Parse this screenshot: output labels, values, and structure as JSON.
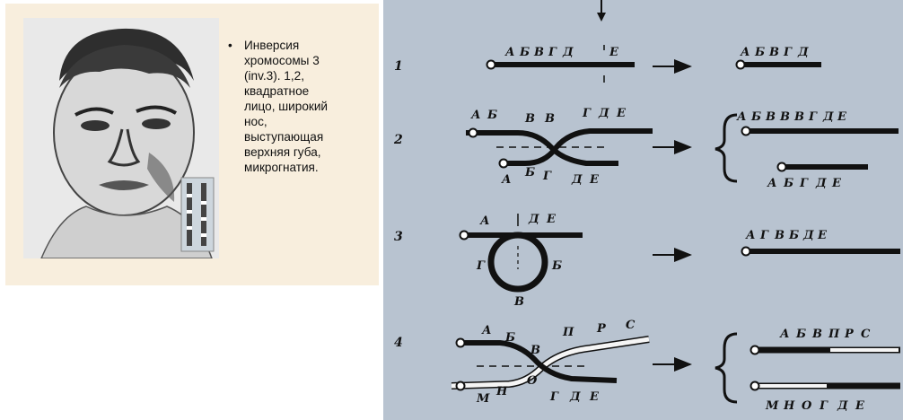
{
  "slide": {
    "bullet_text": "Инверсия\nхромосомы 3\n(inv.3). 1,2,\nквадратное\nлицо, широкий\nнос,\nвыступающая\nверхняя губа,\nмикрогнатия."
  },
  "diagram": {
    "rows": [
      {
        "number": "1",
        "top_left_labels": [
          "А",
          "Б",
          "В",
          "Г",
          "Д",
          "Е"
        ],
        "result_labels": [
          "А",
          "Б",
          "В",
          "Г",
          "Д"
        ]
      },
      {
        "number": "2",
        "upper_labels": [
          "А",
          "Б",
          "В",
          "В",
          "Г",
          "Д",
          "Е"
        ],
        "lower_labels": [
          "А",
          "Б",
          "Г",
          "Д",
          "Е"
        ],
        "result_top": [
          "А",
          "Б",
          "В",
          "В",
          "В",
          "Г",
          "Д",
          "Е"
        ],
        "result_bottom": [
          "А",
          "Б",
          "Г",
          "Д",
          "Е"
        ]
      },
      {
        "number": "3",
        "labels_top": [
          "А",
          "Д",
          "Е"
        ],
        "labels_loop": [
          "Г",
          "Б",
          "В"
        ],
        "result_labels": [
          "А",
          "Г",
          "В",
          "Б",
          "Д",
          "Е"
        ]
      },
      {
        "number": "4",
        "labels_top": [
          "А",
          "Б",
          "В",
          "П",
          "Р",
          "С"
        ],
        "labels_bottom": [
          "М",
          "Н",
          "О",
          "Г",
          "Д",
          "Е"
        ],
        "result_top": [
          "А",
          "Б",
          "В",
          "П",
          "Р",
          "С"
        ],
        "result_bottom": [
          "М",
          "Н",
          "О",
          "Г",
          "Д",
          "Е"
        ]
      }
    ],
    "arrow_glyph": "→"
  }
}
